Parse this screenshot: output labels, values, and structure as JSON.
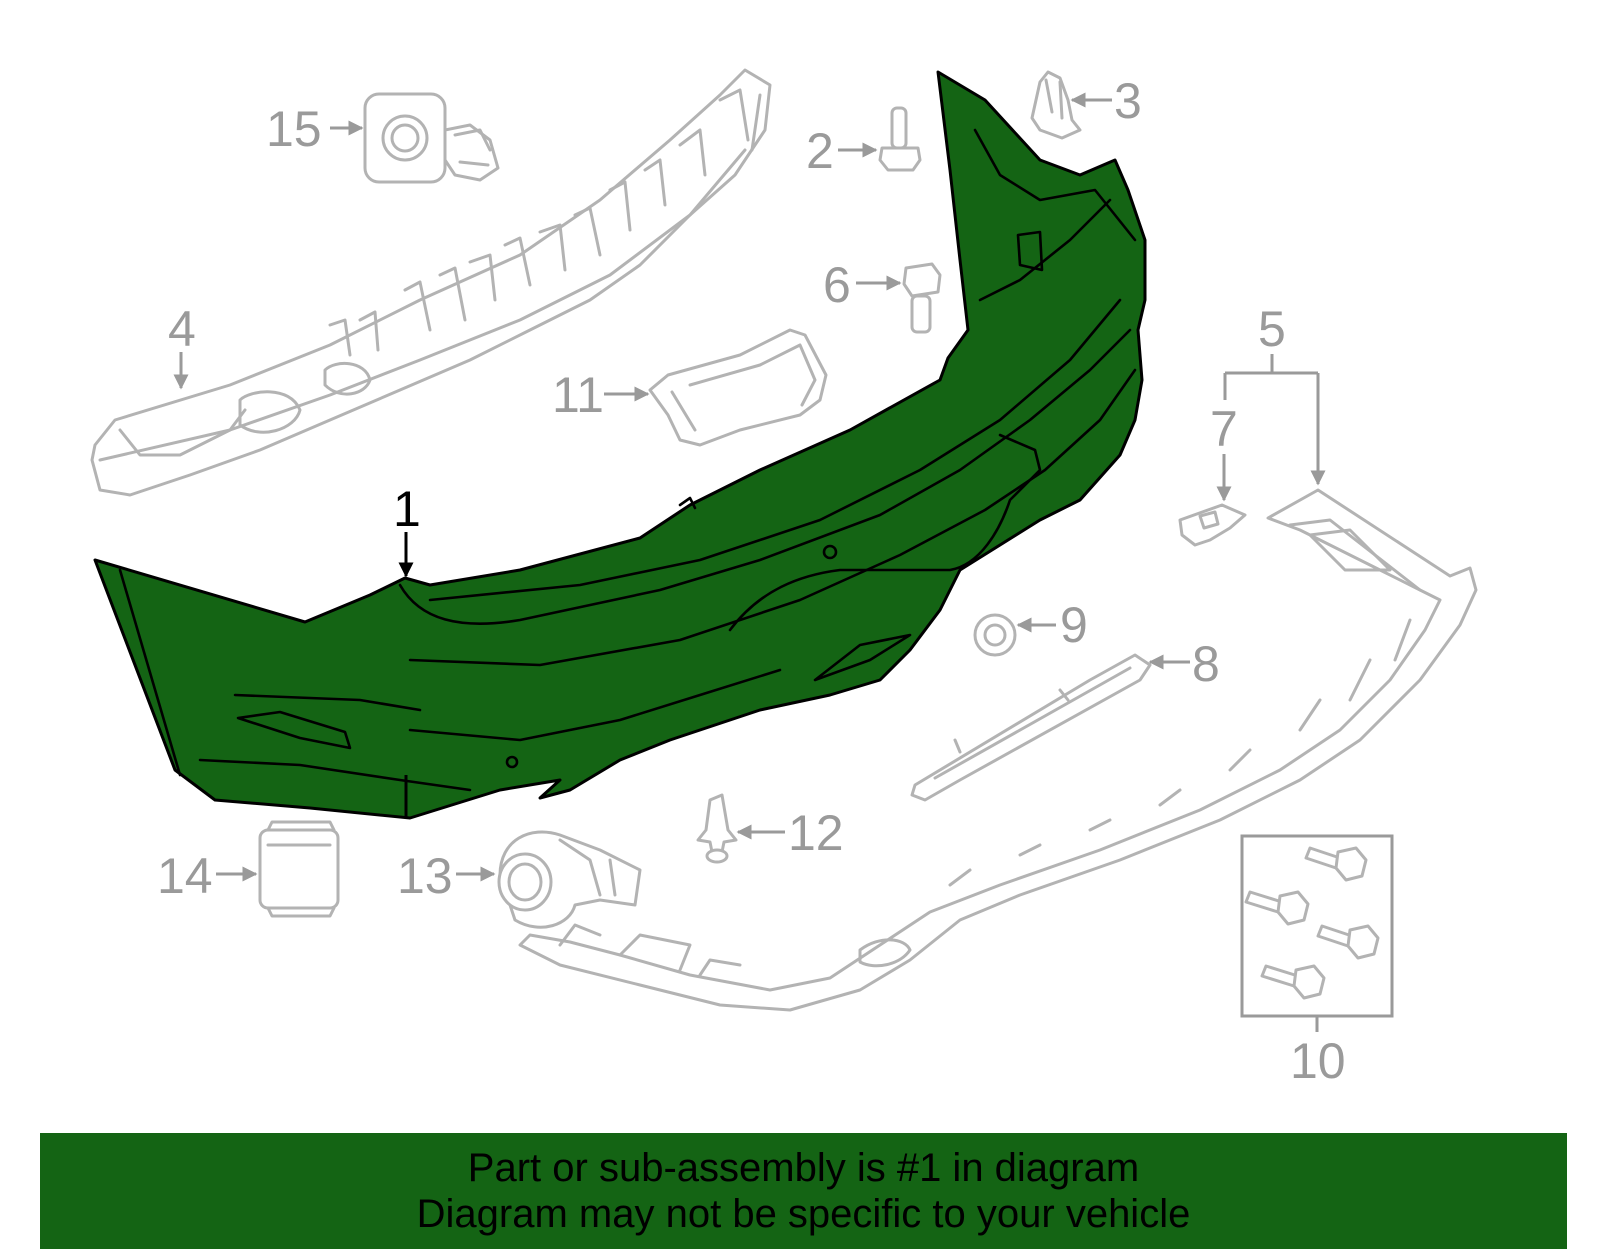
{
  "callouts": {
    "c1": "1",
    "c2": "2",
    "c3": "3",
    "c4": "4",
    "c5": "5",
    "c6": "6",
    "c7": "7",
    "c8": "8",
    "c9": "9",
    "c10": "10",
    "c11": "11",
    "c12": "12",
    "c13": "13",
    "c14": "14",
    "c15": "15"
  },
  "banner": {
    "line1": "Part or sub-assembly is #1 in diagram",
    "line2": "Diagram may not be specific to your vehicle"
  },
  "colors": {
    "highlight": "#146414",
    "parts_outline": "#b3b3b3",
    "callout_text": "#9a9a9a",
    "selected_callout": "#000000"
  }
}
